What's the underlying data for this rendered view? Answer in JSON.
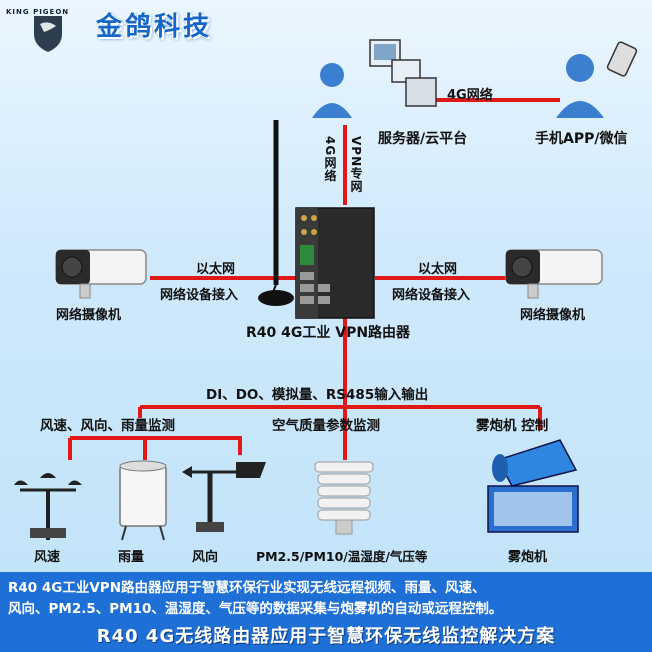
{
  "logo": {
    "brand_en": "KING PIGEON",
    "brand_cn": "金鸽科技"
  },
  "nodes": {
    "server_label": "服务器/云平台",
    "phone_label": "手机APP/微信",
    "camera_left_label": "网络摄像机",
    "camera_right_label": "网络摄像机",
    "router_label": "R40 4G工业 VPN路由器",
    "anemometer_label": "风速",
    "rain_gauge_label": "雨量",
    "wind_vane_label": "风向",
    "air_sensor_label": "PM2.5/PM10/温湿度/气压等",
    "fog_cannon_label": "雾炮机"
  },
  "links": {
    "server_phone": "4G网络",
    "router_server_4g": "4G网络",
    "router_server_vpn": "VPN专网",
    "left_ethernet": "以太网",
    "left_access": "网络设备接入",
    "right_ethernet": "以太网",
    "right_access": "网络设备接入",
    "io_bus": "DI、DO、模拟量、RS485输入输出",
    "weather_group": "风速、风向、雨量监测",
    "air_group": "空气质量参数监测",
    "fog_group": "雾炮机 控制"
  },
  "description": {
    "line1": "R40 4G工业VPN路由器应用于智慧环保行业实现无线远程视频、雨量、风速、",
    "line2": "风向、PM2.5、PM10、温湿度、气压等的数据采集与炮雾机的自动或远程控制。"
  },
  "footer": "R40 4G无线路由器应用于智慧环保无线监控解决方案",
  "colors": {
    "link_red": "#e01818",
    "band_blue": "#1e6fd6",
    "logo_blue": "#1566c8"
  }
}
